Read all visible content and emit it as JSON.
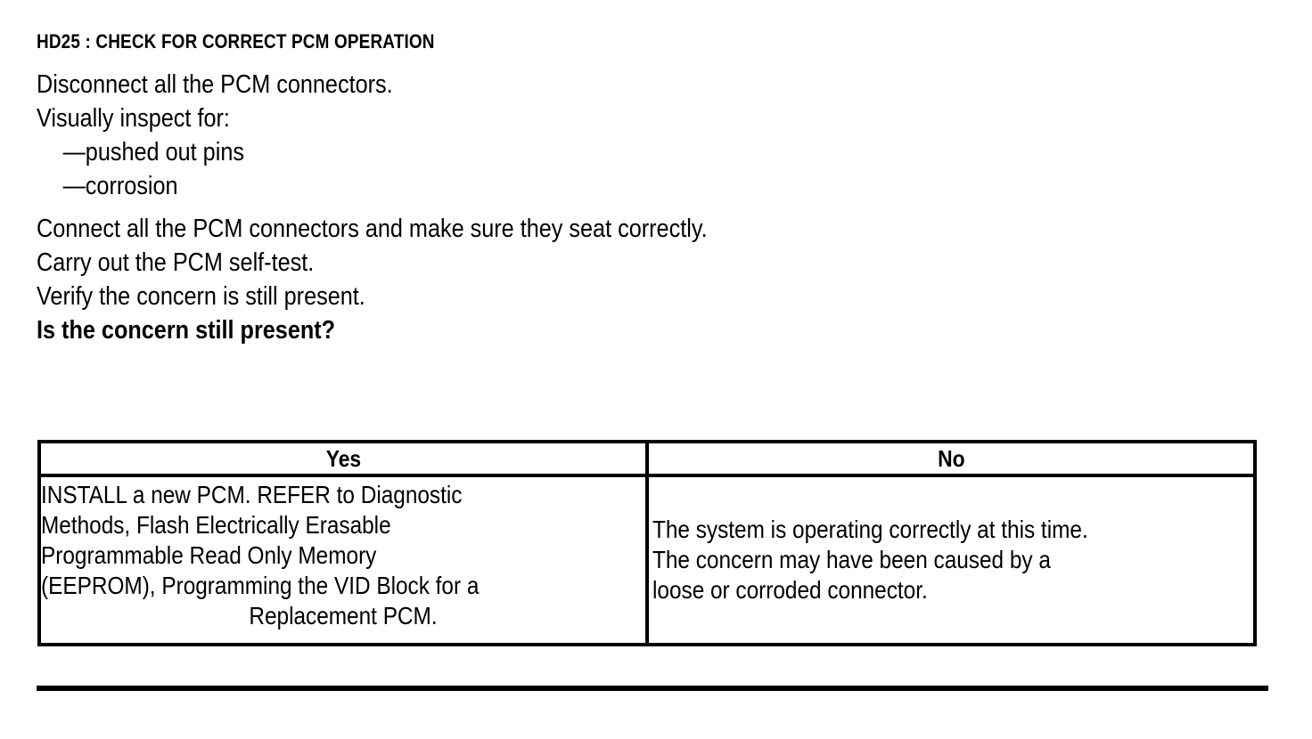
{
  "document": {
    "step_title": "HD25 : CHECK FOR CORRECT PCM OPERATION"
  },
  "instructions": [
    {
      "text": "Disconnect all the PCM connectors.",
      "style": "normal"
    },
    {
      "text": "Visually inspect for:",
      "style": "lead"
    },
    {
      "text": "—pushed out pins",
      "style": "bullet"
    },
    {
      "text": "—corrosion",
      "style": "bullet"
    },
    {
      "text": "Connect all the PCM connectors and make sure they seat correctly.",
      "style": "normal"
    },
    {
      "text": "Carry out the PCM self-test.",
      "style": "normal"
    },
    {
      "text": "Verify the concern is still present.",
      "style": "normal"
    },
    {
      "text": "Is the concern still present?",
      "style": "question"
    }
  ],
  "decision_table": {
    "headers": {
      "yes": "Yes",
      "no": "No"
    },
    "yes_cell": {
      "lines": [
        "INSTALL a new PCM. REFER to Diagnostic",
        "Methods, Flash Electrically Erasable",
        "Programmable Read Only Memory",
        "(EEPROM), Programming the VID Block for a",
        "Replacement PCM."
      ]
    },
    "no_cell": {
      "lines": [
        "The system is operating correctly at this time.",
        "The concern may have been caused by a",
        "loose or corroded connector."
      ]
    }
  },
  "colors": {
    "background": "#ffffff",
    "text": "#000000",
    "rule": "#000000"
  }
}
